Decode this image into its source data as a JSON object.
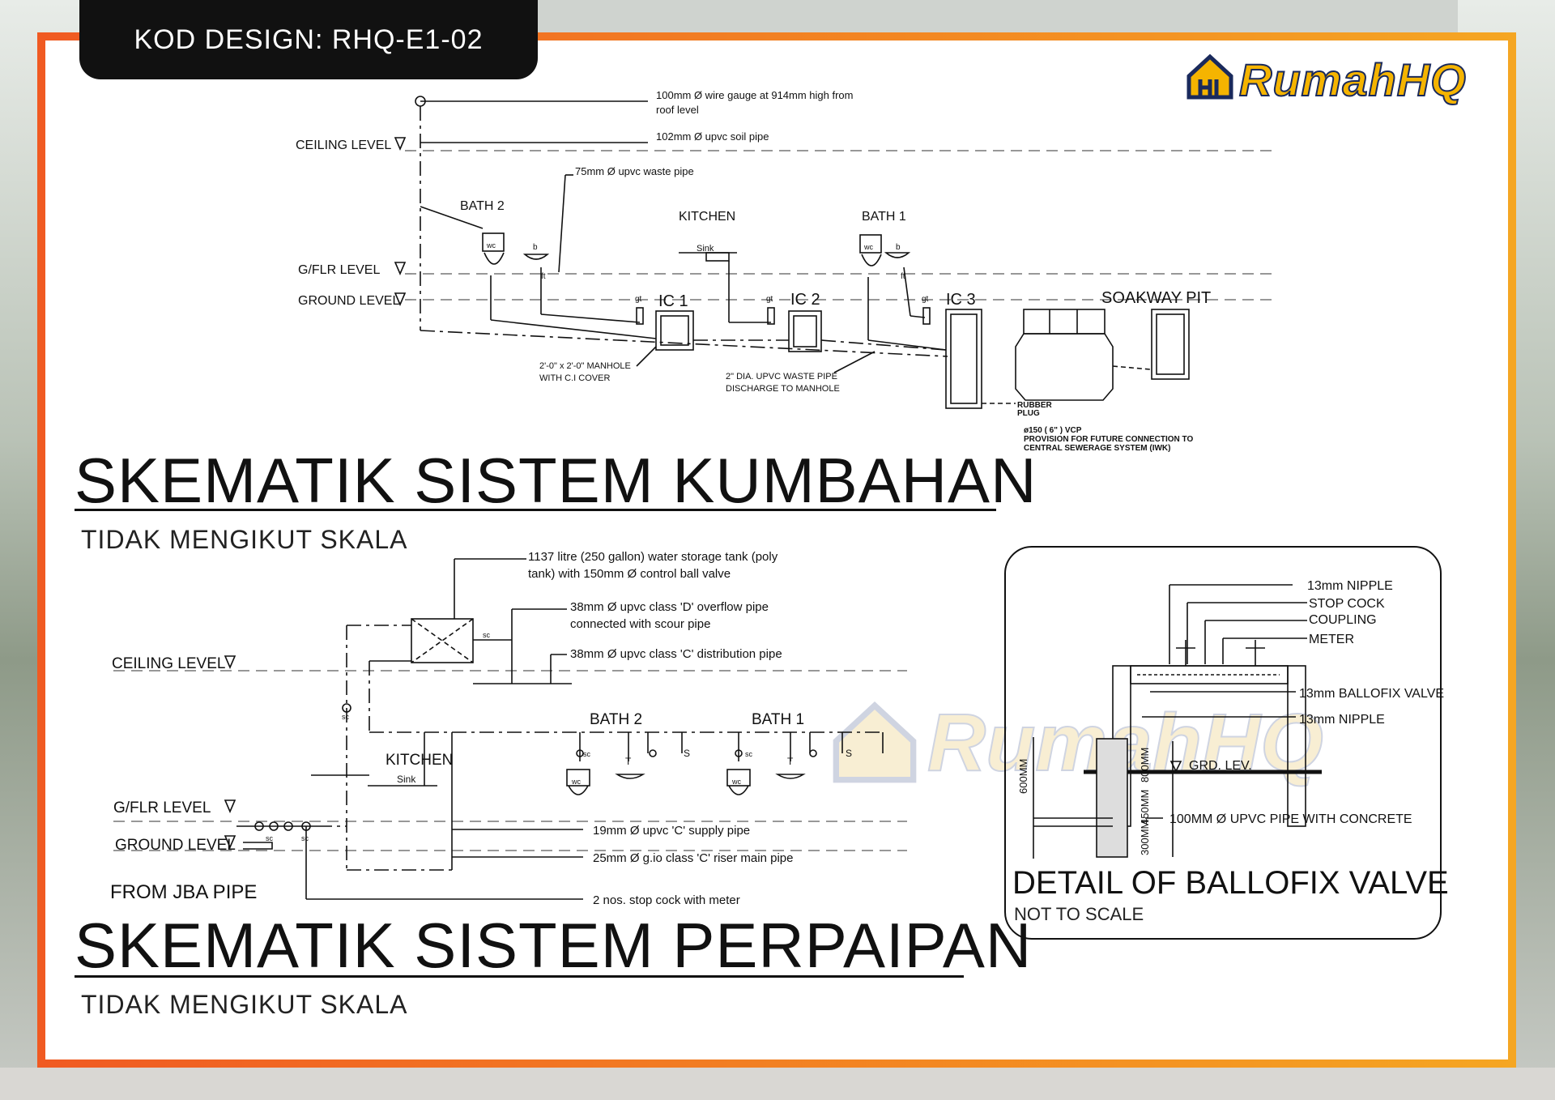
{
  "header": {
    "design_code": "KOD DESIGN: RHQ-E1-02",
    "brand": "RumahHQ"
  },
  "sewage": {
    "title": "SKEMATIK SISTEM KUMBAHAN",
    "subtitle": "TIDAK MENGIKUT SKALA",
    "levels": {
      "ceiling": "CEILING LEVEL",
      "gflr": "G/FLR LEVEL",
      "ground": "GROUND LEVEL"
    },
    "notes": {
      "wire_gauge_1": "100mm Ø wire gauge at 914mm high from",
      "wire_gauge_2": "roof level",
      "soil_pipe": "102mm Ø upvc soil pipe",
      "waste_pipe": "75mm Ø upvc waste pipe",
      "manhole_1": "2'-0\" x 2'-0\" MANHOLE",
      "manhole_2": "WITH C.I COVER",
      "discharge_1": "2\" DIA. UPVC WASTE PIPE",
      "discharge_2": "DISCHARGE TO MANHOLE",
      "rubber_1": "RUBBER",
      "rubber_2": "PLUG",
      "vcp_1": "ø150 ( 6\" ) VCP",
      "vcp_2": "PROVISION FOR FUTURE CONNECTION TO",
      "vcp_3": "CENTRAL SEWERAGE SYSTEM (IWK)"
    },
    "rooms": {
      "bath2": "BATH 2",
      "kitchen": "KITCHEN",
      "bath1": "BATH 1"
    },
    "fixtures": {
      "wc": "wc",
      "basin": "b",
      "sink": "Sink",
      "ft": "ft",
      "gt": "gt"
    },
    "chambers": {
      "ic1": "IC 1",
      "ic2": "IC 2",
      "ic3": "IC 3",
      "soakway": "SOAKWAY PIT"
    }
  },
  "piping": {
    "title": "SKEMATIK SISTEM PERPAIPAN",
    "subtitle": "TIDAK MENGIKUT SKALA",
    "levels": {
      "ceiling": "CEILING LEVEL",
      "gflr": "G/FLR LEVEL",
      "ground": "GROUND LEVEL"
    },
    "source": "FROM JBA PIPE",
    "notes": {
      "tank_1": "1137 litre (250 gallon) water storage tank (poly",
      "tank_2": "tank) with 150mm Ø control ball valve",
      "overflow_1": "38mm Ø upvc class 'D' overflow pipe",
      "overflow_2": "connected with scour pipe",
      "distribution": "38mm Ø upvc class 'C' distribution pipe",
      "supply": "19mm Ø upvc 'C' supply pipe",
      "riser": "25mm Ø g.io class 'C' riser main pipe",
      "stopcock": "2 nos. stop cock with meter"
    },
    "rooms": {
      "kitchen": "KITCHEN",
      "bath2": "BATH 2",
      "bath1": "BATH 1"
    },
    "symbols": {
      "sc": "sc",
      "t": "T",
      "s": "S",
      "wc": "wc",
      "sink": "Sink"
    }
  },
  "detail": {
    "title": "DETAIL OF BALLOFIX VALVE",
    "subtitle": "NOT TO SCALE",
    "labels": {
      "nipple_top": "13mm NIPPLE",
      "stop_cock": "STOP COCK",
      "coupling": "COUPLING",
      "meter": "METER",
      "ballofix": "13mm BALLOFIX VALVE",
      "nipple_bottom": "13mm NIPPLE",
      "grd_lev": "GRD. LEV.",
      "pipe": "100MM Ø UPVC PIPE WITH CONCRETE",
      "dim_600": "600MM",
      "dim_800": "800MM",
      "dim_450": "450MM",
      "dim_300": "300MM"
    }
  },
  "colors": {
    "frame_start": "#f05a22",
    "frame_end": "#f5a623",
    "brand_yellow": "#f5b400",
    "brand_navy": "#1a2a5c"
  }
}
